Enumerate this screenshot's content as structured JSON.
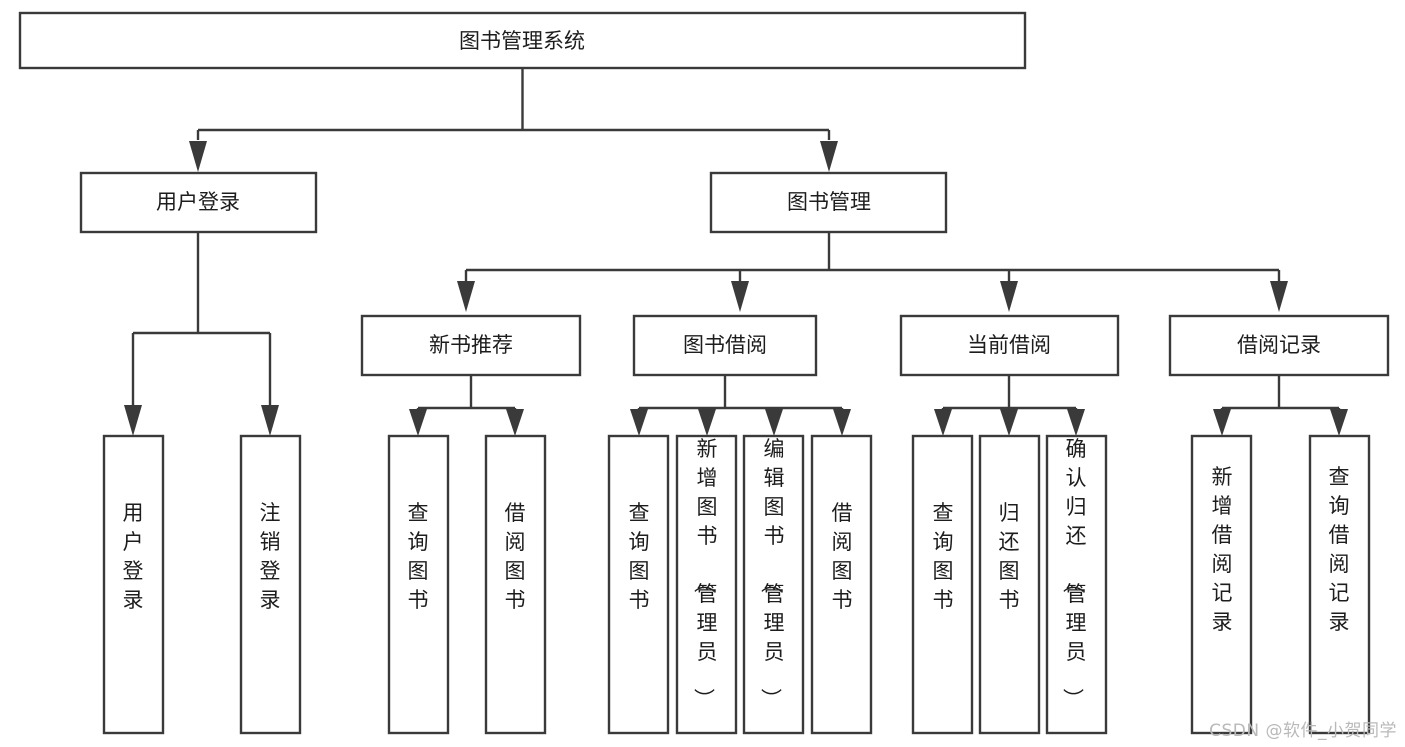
{
  "diagram": {
    "title": "图书管理系统",
    "type": "hierarchy-tree",
    "root": {
      "id": "root",
      "label": "图书管理系统",
      "orientation": "horizontal"
    },
    "level2": [
      {
        "id": "user-login",
        "label": "用户登录",
        "orientation": "horizontal"
      },
      {
        "id": "book-management",
        "label": "图书管理",
        "orientation": "horizontal"
      }
    ],
    "level3": [
      {
        "id": "new-book-recommend",
        "label": "新书推荐",
        "parent": "book-management",
        "orientation": "horizontal"
      },
      {
        "id": "book-borrow",
        "label": "图书借阅",
        "parent": "book-management",
        "orientation": "horizontal"
      },
      {
        "id": "current-borrow",
        "label": "当前借阅",
        "parent": "book-management",
        "orientation": "horizontal"
      },
      {
        "id": "borrow-record",
        "label": "借阅记录",
        "parent": "book-management",
        "orientation": "horizontal"
      }
    ],
    "leaves": [
      {
        "id": "leaf-user-login",
        "label": "用户登录",
        "parent": "user-login",
        "orientation": "vertical"
      },
      {
        "id": "leaf-logout-login",
        "label": "注销登录",
        "parent": "user-login",
        "orientation": "vertical"
      },
      {
        "id": "leaf-query-book-1",
        "label": "查询图书",
        "parent": "new-book-recommend",
        "orientation": "vertical"
      },
      {
        "id": "leaf-borrow-book-1",
        "label": "借阅图书",
        "parent": "new-book-recommend",
        "orientation": "vertical"
      },
      {
        "id": "leaf-query-book-2",
        "label": "查询图书",
        "parent": "book-borrow",
        "orientation": "vertical"
      },
      {
        "id": "leaf-add-book",
        "label": "新增图书（管理员）",
        "parent": "book-borrow",
        "orientation": "vertical"
      },
      {
        "id": "leaf-edit-book",
        "label": "编辑图书（管理员）",
        "parent": "book-borrow",
        "orientation": "vertical"
      },
      {
        "id": "leaf-borrow-book-2",
        "label": "借阅图书",
        "parent": "book-borrow",
        "orientation": "vertical"
      },
      {
        "id": "leaf-query-book-3",
        "label": "查询图书",
        "parent": "current-borrow",
        "orientation": "vertical"
      },
      {
        "id": "leaf-return-book",
        "label": "归还图书",
        "parent": "current-borrow",
        "orientation": "vertical"
      },
      {
        "id": "leaf-confirm-return",
        "label": "确认归还（管理员）",
        "parent": "current-borrow",
        "orientation": "vertical"
      },
      {
        "id": "leaf-add-record",
        "label": "新增借阅记录",
        "parent": "borrow-record",
        "orientation": "vertical"
      },
      {
        "id": "leaf-query-record",
        "label": "查询借阅记录",
        "parent": "borrow-record",
        "orientation": "vertical"
      }
    ]
  },
  "watermark": {
    "text": "CSDN @软件_小贺同学"
  },
  "colors": {
    "box_stroke": "#3a3a3a",
    "box_fill": "#ffffff",
    "text": "#1d1d1d",
    "watermark": "#b9b9b9",
    "background": "#ffffff"
  }
}
